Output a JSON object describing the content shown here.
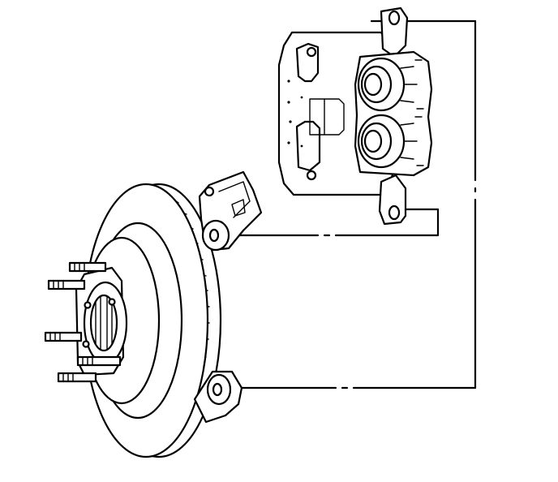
{
  "figure": {
    "background": "#ffffff",
    "line_color": "#000000",
    "components": [
      "brake-rotor",
      "wheel-hub",
      "steering-knuckle",
      "brake-caliper"
    ],
    "leader_style": "dash-dot"
  }
}
